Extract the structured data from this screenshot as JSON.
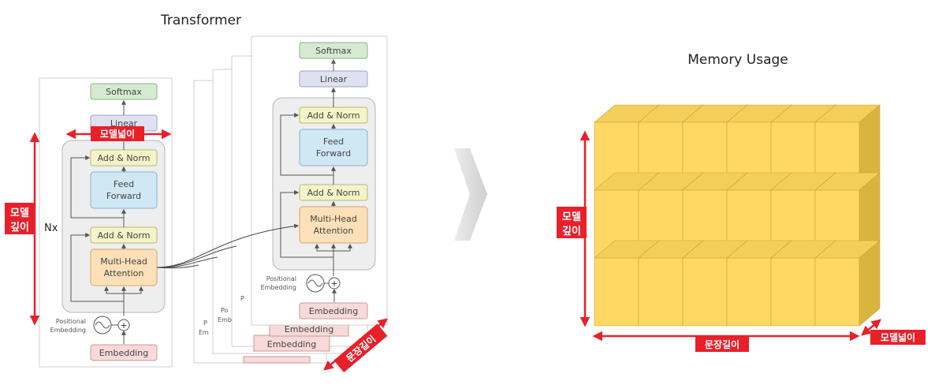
{
  "left": {
    "title": "Transformer",
    "blocks": {
      "softmax": "Softmax",
      "linear": "Linear",
      "add_norm": "Add & Norm",
      "feed": "Feed",
      "forward": "Forward",
      "mha_1": "Multi-Head",
      "mha_2": "Attention",
      "embedding": "Embedding",
      "pos_1": "Positional",
      "pos_2": "Embedding",
      "nx": "Nx",
      "plus": "+"
    },
    "stack_fragments": {
      "embedding_mid": "Embedding",
      "embedding_back": "Embedding",
      "p": "P",
      "po": "Po",
      "em": "Em",
      "emb": "Emb"
    },
    "annotations": {
      "model_width": "모델넓이",
      "model_depth_1": "모델",
      "model_depth_2": "깊이",
      "sentence_length": "문장길이"
    }
  },
  "right": {
    "title": "Memory Usage",
    "annotations": {
      "model_depth_1": "모델",
      "model_depth_2": "깊이",
      "sentence_length": "문장길이",
      "model_width": "모델넓이"
    },
    "grid": {
      "columns": 6,
      "rows": 3
    }
  },
  "colors": {
    "red": "#e8202a",
    "softmax_fill": "#d6ead2",
    "linear_fill": "#dfe1f1",
    "addnorm_fill": "#f4f4c8",
    "feed_fill": "#cfe8f4",
    "mha_fill": "#fde0b8",
    "embed_fill": "#f9d9d9",
    "panel_fill": "#eeeeee",
    "block_front": "#ffd863",
    "block_top": "#f3cf5a",
    "block_side": "#d9b540",
    "arrow_fill": "#dcdcdc"
  }
}
